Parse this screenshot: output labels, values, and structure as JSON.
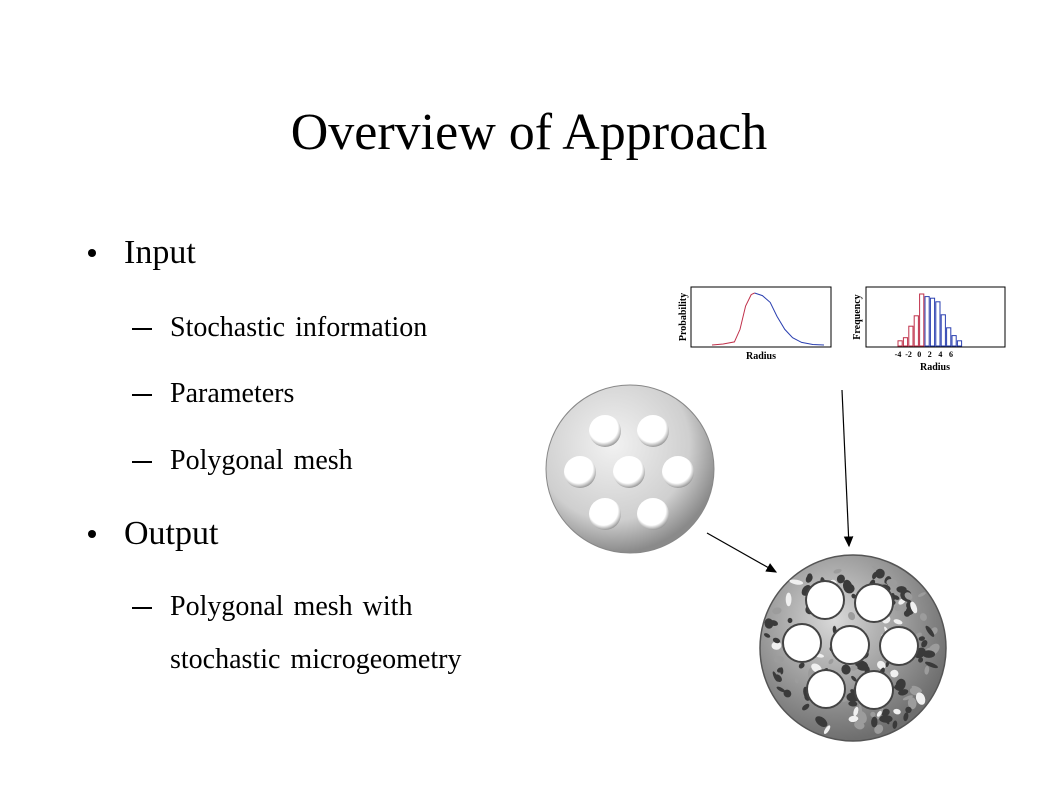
{
  "slide": {
    "title": "Overview of Approach",
    "bullets": [
      {
        "label": "Input",
        "items": [
          "Stochastic information",
          "Parameters",
          "Polygonal mesh"
        ]
      },
      {
        "label": "Output",
        "items": [
          "Polygonal mesh with",
          "stochastic microgeometry"
        ]
      }
    ]
  },
  "chart_data": [
    {
      "type": "line",
      "xlabel": "Radius",
      "ylabel": "Probability",
      "series": [
        {
          "color": "#c0304a",
          "x": [
            0.0,
            0.1,
            0.2,
            0.25,
            0.3,
            0.35,
            0.38
          ],
          "y": [
            0.0,
            0.02,
            0.06,
            0.3,
            0.75,
            0.97,
            1.0
          ]
        },
        {
          "color": "#2a3fb0",
          "x": [
            0.38,
            0.45,
            0.52,
            0.58,
            0.65,
            0.72,
            0.8,
            0.9,
            1.0
          ],
          "y": [
            1.0,
            0.95,
            0.82,
            0.55,
            0.3,
            0.14,
            0.05,
            0.01,
            0.0
          ]
        }
      ]
    },
    {
      "type": "bar",
      "xlabel": "Radius",
      "ylabel": "Frequency",
      "tick_labels": [
        "-4",
        "-2",
        "0",
        "2",
        "4",
        "6"
      ],
      "ylim": [
        0,
        1
      ],
      "series": [
        {
          "color": "#c0304a",
          "values": [
            0.1,
            0.16,
            0.38,
            0.58,
            1.0
          ]
        },
        {
          "color": "#2a3fb0",
          "values": [
            0.95,
            0.92,
            0.85,
            0.6,
            0.35,
            0.2,
            0.1
          ]
        }
      ]
    }
  ]
}
